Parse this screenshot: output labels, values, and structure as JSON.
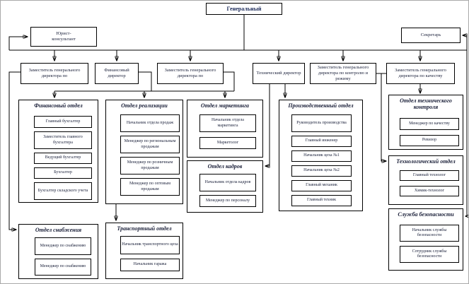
{
  "root": {
    "label": "Генеральный"
  },
  "staff": {
    "legal": {
      "label": "Юрист-консультант"
    },
    "secretary": {
      "label": "Секретарь"
    }
  },
  "executives": [
    {
      "label": "Заместитель генерального директора по"
    },
    {
      "label": "Финансовый директор"
    },
    {
      "label": "Заместитель генерального директора по"
    },
    {
      "label": "Технический директор"
    },
    {
      "label": "Заместитель генерального директора по контролю и режиму"
    },
    {
      "label": "Заместитель генерального директора по качеству"
    }
  ],
  "departments": [
    {
      "title": "Финансовый отдел",
      "positions": [
        "Главный бухгалтер",
        "Заместитель главного бухгалтера",
        "Ведущий бухгалтер",
        "Бухгалтер",
        "Бухгалтер складского учета"
      ]
    },
    {
      "title": "Отдел реализации",
      "positions": [
        "Начальник отдела продаж",
        "Менеджер по региональным продажам",
        "Менеджер по розничным продажам",
        "Менеджер по оптовым продажам"
      ]
    },
    {
      "title": "Отдел маркетинга",
      "positions": [
        "Начальник отдела маркетинга",
        "Маркетолог"
      ]
    },
    {
      "title": "Отдел кадров",
      "positions": [
        "Начальник отдела кадров",
        "Менеджер по персоналу"
      ]
    },
    {
      "title": "Производственный отдел",
      "positions": [
        "Руководитель производства",
        "Главный инженер",
        "Начальник цеха №1",
        "Начальник цеха №2",
        "Главный механик",
        "Главный техник"
      ]
    },
    {
      "title": "Отдел технического контроля",
      "positions": [
        "Менеджер по качеству",
        "Ревизор"
      ]
    },
    {
      "title": "Технологический отдел",
      "positions": [
        "Главный технолог",
        "Химик-технолог"
      ]
    },
    {
      "title": "Служба безопасности",
      "positions": [
        "Начальник службы безопасности",
        "Сотрудник службы безопасности"
      ]
    },
    {
      "title": "Отдел снабжения",
      "positions": [
        "Менеджер по снабжению",
        "Менеджер по снабжению"
      ]
    },
    {
      "title": "Транспортный отдел",
      "positions": [
        "Начальник транспортного цеха",
        "Начальник гаража"
      ]
    }
  ]
}
